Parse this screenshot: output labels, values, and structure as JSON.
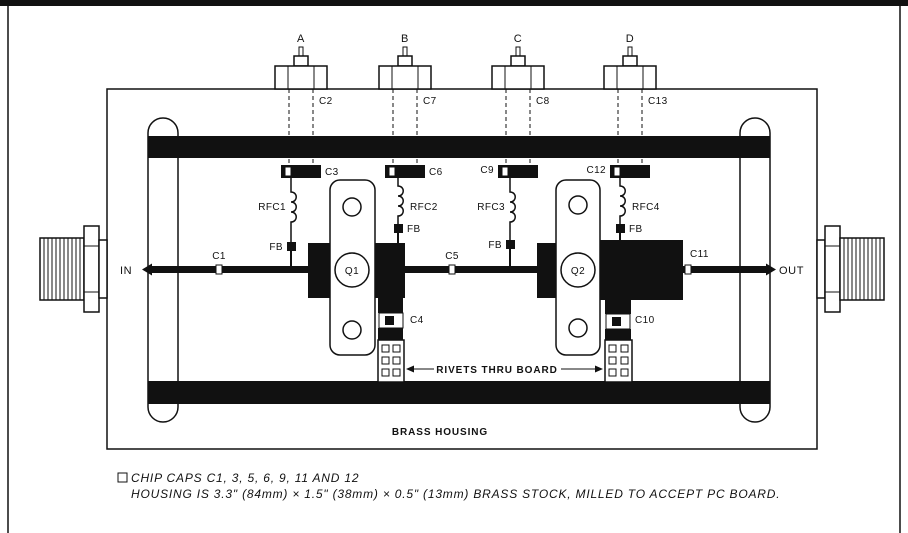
{
  "lines": [
    {
      "label": "A",
      "feedthrough_cap": "C2",
      "chip_cap": "C3",
      "choke": "RFC1",
      "bead": "FB"
    },
    {
      "label": "B",
      "feedthrough_cap": "C7",
      "chip_cap": "C6",
      "choke": "RFC2",
      "bead": "FB"
    },
    {
      "label": "C",
      "feedthrough_cap": "C8",
      "chip_cap": "C9",
      "choke": "RFC3",
      "bead": "FB"
    },
    {
      "label": "D",
      "feedthrough_cap": "C13",
      "chip_cap": "C12",
      "choke": "RFC4",
      "bead": "FB"
    }
  ],
  "rf_path": {
    "input_label": "IN",
    "output_label": "OUT",
    "coupling_caps": [
      "C1",
      "C5",
      "C11"
    ]
  },
  "transistors": [
    {
      "label": "Q1",
      "emitter_cap": "C4"
    },
    {
      "label": "Q2",
      "emitter_cap": "C10"
    }
  ],
  "rivets_label": "RIVETS THRU BOARD",
  "housing_label": "BRASS HOUSING",
  "legend": {
    "chip_caps_note": "CHIP CAPS C1, 3, 5, 6, 9, 11 AND 12",
    "housing_note": "HOUSING IS 3.3\" (84mm) × 1.5\" (38mm) × 0.5\" (13mm) BRASS STOCK, MILLED TO ACCEPT PC BOARD."
  }
}
